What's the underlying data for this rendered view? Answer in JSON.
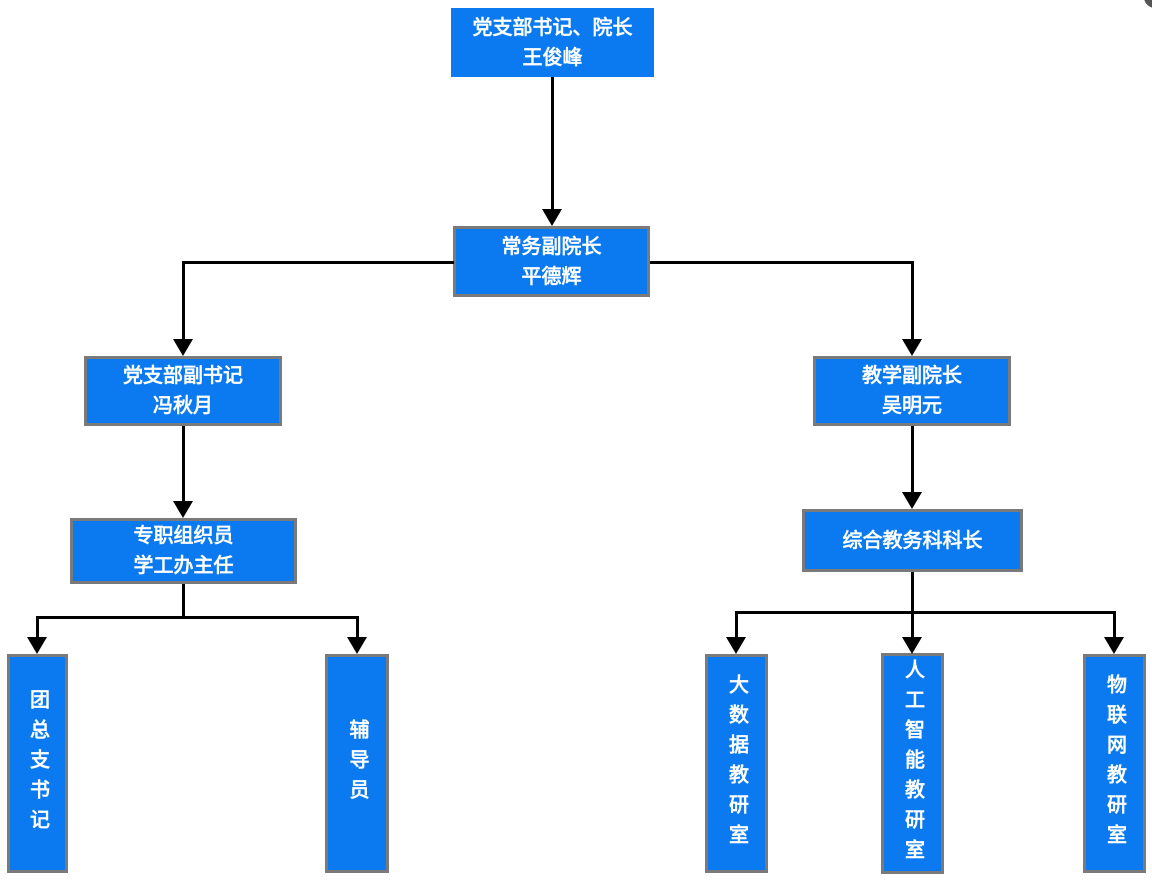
{
  "diagram": {
    "type": "org-chart",
    "colors": {
      "node_fill": "#0b7af0",
      "node_border": "#7a7a7a",
      "node_text": "#ffffff",
      "connector": "#000000"
    },
    "nodes": {
      "party_secretary_dean": {
        "title": "党支部书记、院长",
        "name": "王俊峰"
      },
      "executive_vice_dean": {
        "title": "常务副院长",
        "name": "平德辉"
      },
      "deputy_party_secretary": {
        "title": "党支部副书记",
        "name": "冯秋月"
      },
      "teaching_vice_dean": {
        "title": "教学副院长",
        "name": "吴明元"
      },
      "organizer_student_office": {
        "title": "专职组织员",
        "name": "学工办主任"
      },
      "academic_affairs_chief": {
        "title": "综合教务科科长"
      },
      "league_branch_secretary": {
        "title": "团总支书记"
      },
      "counselor": {
        "title": "辅导员"
      },
      "big_data_office": {
        "title": "大数据教研室"
      },
      "ai_office": {
        "title": "人工智能教研室"
      },
      "iot_office": {
        "title": "物联网教研室"
      }
    }
  }
}
